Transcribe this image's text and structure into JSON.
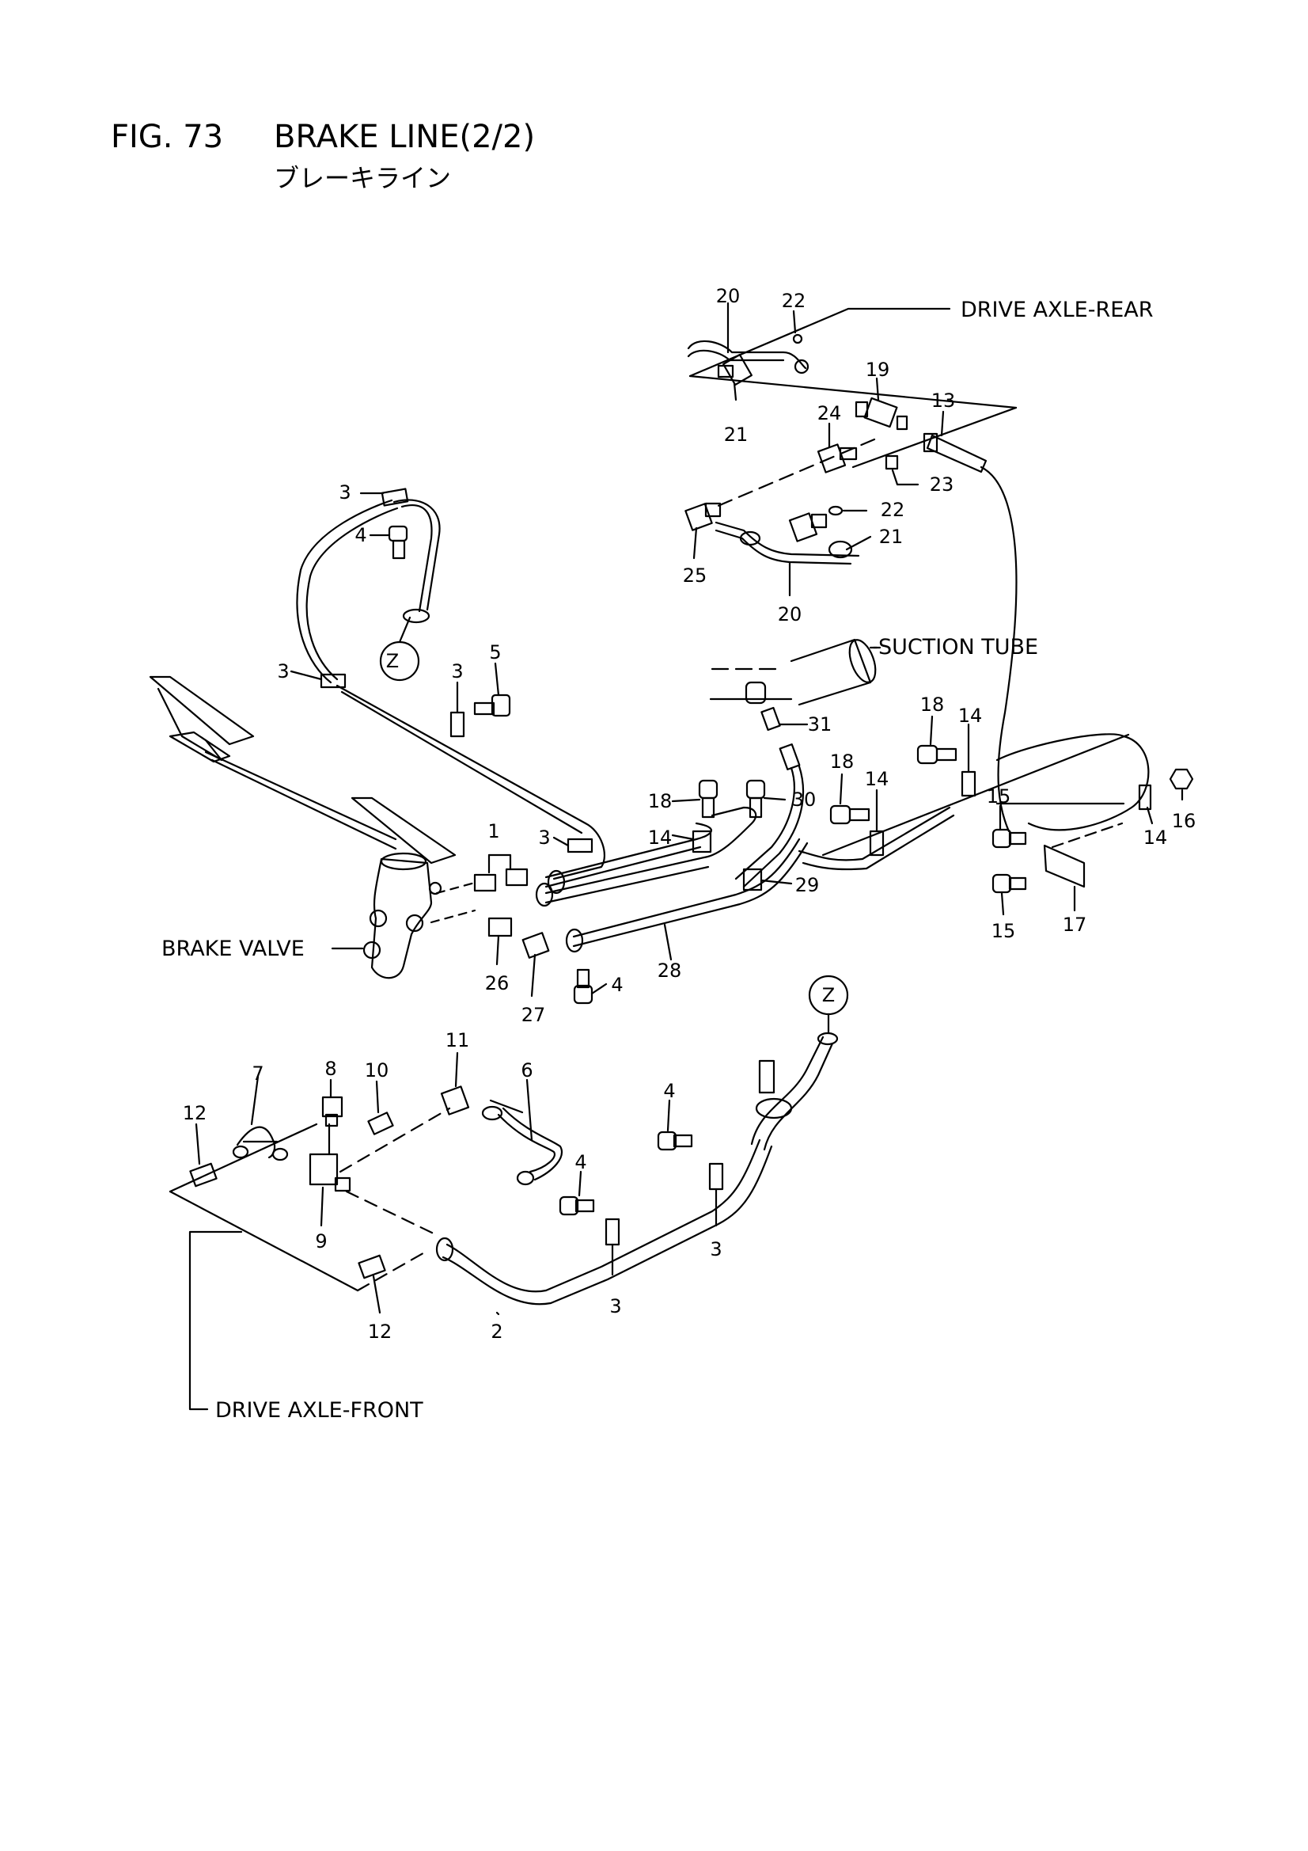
{
  "figure": {
    "number": "FIG. 73",
    "title": "BRAKE LINE(2/2)",
    "subtitle": "ブレーキライン"
  },
  "labels": {
    "drive_axle_rear": "DRIVE AXLE-REAR",
    "drive_axle_front": "DRIVE AXLE-FRONT",
    "suction_tube": "SUCTION TUBE",
    "brake_valve": "BRAKE VALVE",
    "ref_z": "Z"
  },
  "callouts": [
    {
      "id": "c20a",
      "text": "20"
    },
    {
      "id": "c22a",
      "text": "22"
    },
    {
      "id": "c19",
      "text": "19"
    },
    {
      "id": "c21a",
      "text": "21"
    },
    {
      "id": "c24",
      "text": "24"
    },
    {
      "id": "c13",
      "text": "13"
    },
    {
      "id": "c23",
      "text": "23"
    },
    {
      "id": "c22b",
      "text": "22"
    },
    {
      "id": "c21b",
      "text": "21"
    },
    {
      "id": "c25",
      "text": "25"
    },
    {
      "id": "c20b",
      "text": "20"
    },
    {
      "id": "c3a",
      "text": "3"
    },
    {
      "id": "c4a",
      "text": "4"
    },
    {
      "id": "c3b",
      "text": "3"
    },
    {
      "id": "c3c",
      "text": "3"
    },
    {
      "id": "c5",
      "text": "5"
    },
    {
      "id": "c31",
      "text": "31"
    },
    {
      "id": "c18a",
      "text": "18"
    },
    {
      "id": "c14a",
      "text": "14"
    },
    {
      "id": "c18b",
      "text": "18"
    },
    {
      "id": "c14b",
      "text": "14"
    },
    {
      "id": "c18c",
      "text": "18"
    },
    {
      "id": "c30",
      "text": "30"
    },
    {
      "id": "c15a",
      "text": "15"
    },
    {
      "id": "c16",
      "text": "16"
    },
    {
      "id": "c14c",
      "text": "14"
    },
    {
      "id": "c14d",
      "text": "14"
    },
    {
      "id": "c15b",
      "text": "15"
    },
    {
      "id": "c17",
      "text": "17"
    },
    {
      "id": "c1",
      "text": "1"
    },
    {
      "id": "c3d",
      "text": "3"
    },
    {
      "id": "c29",
      "text": "29"
    },
    {
      "id": "c26",
      "text": "26"
    },
    {
      "id": "c27",
      "text": "27"
    },
    {
      "id": "c4b",
      "text": "4"
    },
    {
      "id": "c28",
      "text": "28"
    },
    {
      "id": "c11",
      "text": "11"
    },
    {
      "id": "c8",
      "text": "8"
    },
    {
      "id": "c10",
      "text": "10"
    },
    {
      "id": "c7",
      "text": "7"
    },
    {
      "id": "c6",
      "text": "6"
    },
    {
      "id": "c12a",
      "text": "12"
    },
    {
      "id": "c9",
      "text": "9"
    },
    {
      "id": "c4c",
      "text": "4"
    },
    {
      "id": "c4d",
      "text": "4"
    },
    {
      "id": "c3e",
      "text": "3"
    },
    {
      "id": "c3f",
      "text": "3"
    },
    {
      "id": "c12b",
      "text": "12"
    },
    {
      "id": "c2",
      "text": "2"
    }
  ]
}
